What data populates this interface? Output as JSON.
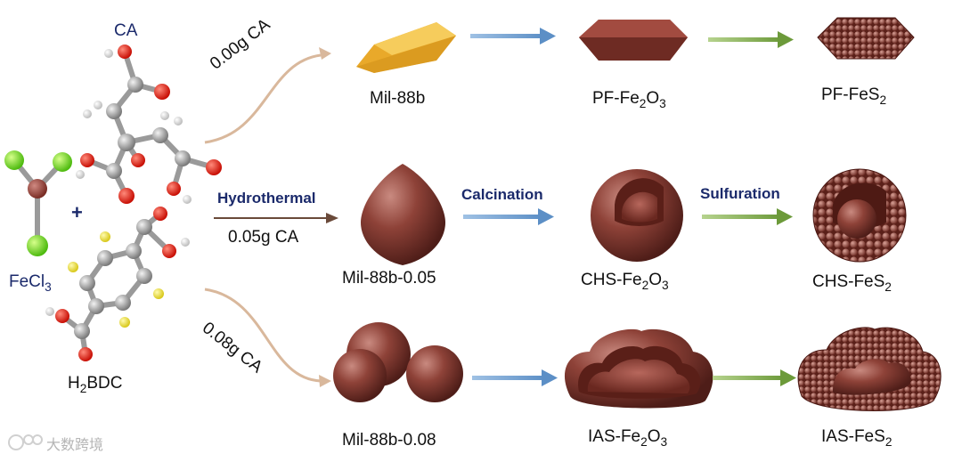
{
  "reagents": {
    "ca": "CA",
    "fecl3": {
      "base": "FeCl",
      "sub": "3"
    },
    "h2bdc": {
      "pre": "H",
      "sub": "2",
      "post": "BDC"
    },
    "plus": "+"
  },
  "conditions": {
    "top": "0.00g CA",
    "middle_step": "Hydrothermal",
    "middle": "0.05g CA",
    "bottom": "0.08g CA"
  },
  "steps": {
    "calcination": "Calcination",
    "sulfuration": "Sulfuration"
  },
  "products": {
    "mil88b": "Mil-88b",
    "mil88b_005": "Mil-88b-0.05",
    "mil88b_008": "Mil-88b-0.08",
    "pf_fe2o3": {
      "a": "PF-Fe",
      "b": "2",
      "c": "O",
      "d": "3"
    },
    "chs_fe2o3": {
      "a": "CHS-Fe",
      "b": "2",
      "c": "O",
      "d": "3"
    },
    "ias_fe2o3": {
      "a": "IAS-Fe",
      "b": "2",
      "c": "O",
      "d": "3"
    },
    "pf_fes2": {
      "a": "PF-FeS",
      "b": "2"
    },
    "chs_fes2": {
      "a": "CHS-FeS",
      "b": "2"
    },
    "ias_fes2": {
      "a": "IAS-FeS",
      "b": "2"
    }
  },
  "watermark": "大数跨境",
  "colors": {
    "oxide": "#8a3a30",
    "mof_gold": "#f0b83a",
    "arrow_blue": "#6f9fd0",
    "arrow_green": "#7faa4a",
    "curve_tan": "#d9b89c",
    "text_navy": "#1b2a6b"
  }
}
